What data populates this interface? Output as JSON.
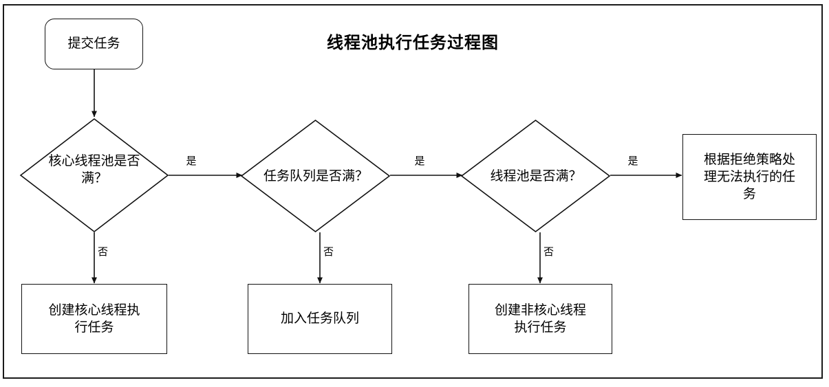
{
  "diagram": {
    "title": "线程池执行任务过程图",
    "frame": {
      "border_color": "#1a1a1a",
      "background": "#ffffff"
    },
    "line_color": "#111111",
    "text_color": "#000000"
  },
  "nodes": {
    "start": {
      "label": "提交任务",
      "shape": "rounded-rectangle"
    },
    "decision_core_pool": {
      "label": "核心线程池是否\n满？",
      "shape": "diamond"
    },
    "decision_queue": {
      "label": "任务队列是否满？",
      "shape": "diamond"
    },
    "decision_pool": {
      "label": "线程池是否满？",
      "shape": "diamond"
    },
    "reject_policy": {
      "label": "根据拒绝策略处\n理无法执行的任\n务",
      "shape": "rectangle"
    },
    "create_core_thread": {
      "label": "创建核心线程执\n行任务",
      "shape": "rectangle"
    },
    "enqueue_task": {
      "label": "加入任务队列",
      "shape": "rectangle"
    },
    "create_noncore_thread": {
      "label": "创建非核心线程\n执行任务",
      "shape": "rectangle"
    }
  },
  "edges": {
    "core_pool_yes": "是",
    "core_pool_no": "否",
    "queue_yes": "是",
    "queue_no": "否",
    "pool_yes": "是",
    "pool_no": "否"
  }
}
